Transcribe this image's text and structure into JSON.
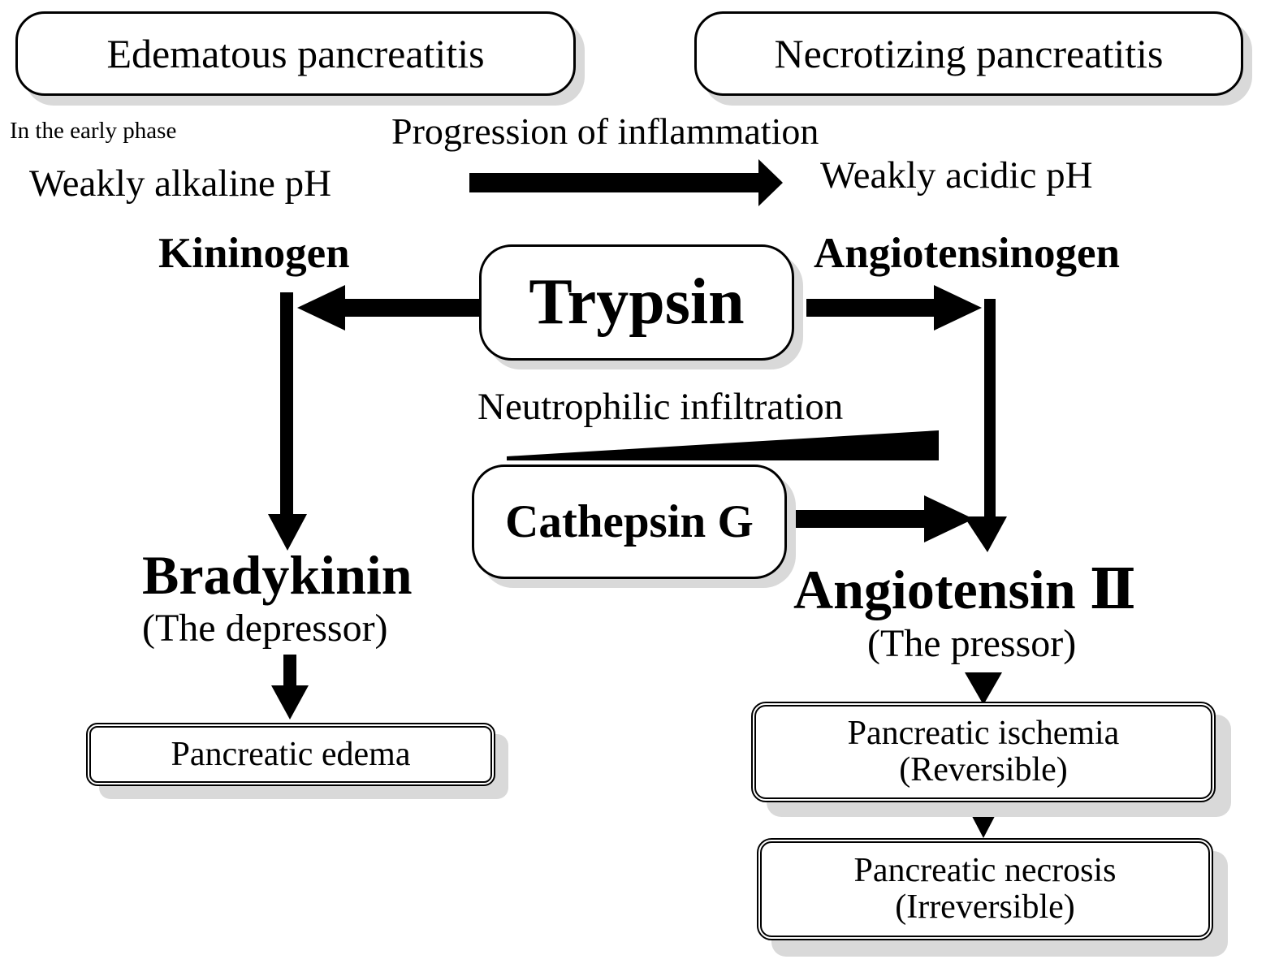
{
  "stages": {
    "edematous": "Edematous pancreatitis",
    "necrotizing": "Necrotizing pancreatitis"
  },
  "early_phase": "In the early phase",
  "progression": "Progression of inflammation",
  "ph": {
    "alkaline": "Weakly alkaline pH",
    "acidic": "Weakly acidic pH"
  },
  "nodes": {
    "kininogen": "Kininogen",
    "angiotensinogen": "Angiotensinogen",
    "trypsin": "Trypsin",
    "neutrophilic": "Neutrophilic infiltration",
    "cathepsin": "Cathepsin G",
    "bradykinin": "Bradykinin",
    "depressor": "(The depressor)",
    "angiotensin2": "Angiotensin Ⅱ",
    "pressor": "(The pressor)"
  },
  "outcomes": {
    "edema": "Pancreatic edema",
    "ischemia_line1": "Pancreatic ischemia",
    "ischemia_line2": "(Reversible)",
    "necrosis_line1": "Pancreatic necrosis",
    "necrosis_line2": "(Irreversible)"
  }
}
